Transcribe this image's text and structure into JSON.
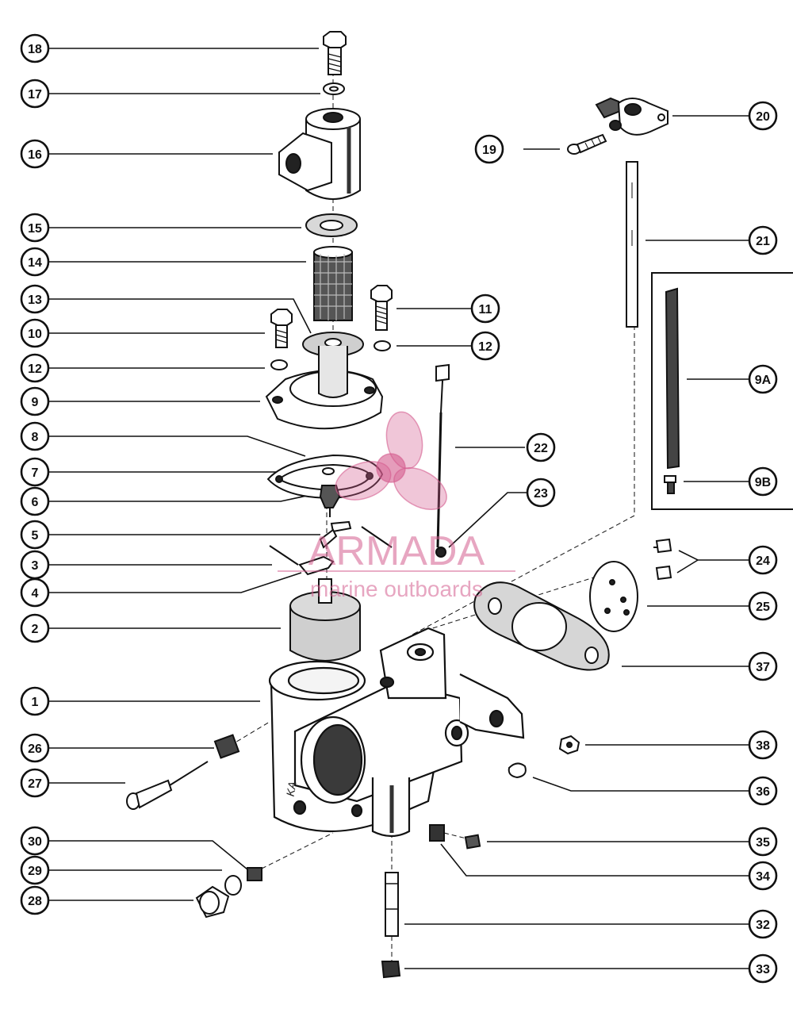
{
  "watermark": {
    "brand": "ARMADA",
    "tagline": "marine outboards",
    "accent_color": "#d35c8e",
    "icon": "propeller-icon"
  },
  "callouts": [
    {
      "id": "18",
      "label": "18"
    },
    {
      "id": "17",
      "label": "17"
    },
    {
      "id": "16",
      "label": "16"
    },
    {
      "id": "15",
      "label": "15"
    },
    {
      "id": "14",
      "label": "14"
    },
    {
      "id": "13",
      "label": "13"
    },
    {
      "id": "10",
      "label": "10"
    },
    {
      "id": "12a",
      "label": "12"
    },
    {
      "id": "9",
      "label": "9"
    },
    {
      "id": "8",
      "label": "8"
    },
    {
      "id": "7",
      "label": "7"
    },
    {
      "id": "6",
      "label": "6"
    },
    {
      "id": "5",
      "label": "5"
    },
    {
      "id": "3",
      "label": "3"
    },
    {
      "id": "4",
      "label": "4"
    },
    {
      "id": "2",
      "label": "2"
    },
    {
      "id": "1",
      "label": "1"
    },
    {
      "id": "26",
      "label": "26"
    },
    {
      "id": "27",
      "label": "27"
    },
    {
      "id": "30",
      "label": "30"
    },
    {
      "id": "29",
      "label": "29"
    },
    {
      "id": "28",
      "label": "28"
    },
    {
      "id": "20",
      "label": "20"
    },
    {
      "id": "19",
      "label": "19"
    },
    {
      "id": "21",
      "label": "21"
    },
    {
      "id": "11",
      "label": "11"
    },
    {
      "id": "12b",
      "label": "12"
    },
    {
      "id": "9A",
      "label": "9A"
    },
    {
      "id": "9B",
      "label": "9B"
    },
    {
      "id": "22",
      "label": "22"
    },
    {
      "id": "23",
      "label": "23"
    },
    {
      "id": "24",
      "label": "24"
    },
    {
      "id": "25",
      "label": "25"
    },
    {
      "id": "37",
      "label": "37"
    },
    {
      "id": "38",
      "label": "38"
    },
    {
      "id": "36",
      "label": "36"
    },
    {
      "id": "35",
      "label": "35"
    },
    {
      "id": "34",
      "label": "34"
    },
    {
      "id": "32",
      "label": "32"
    },
    {
      "id": "33",
      "label": "33"
    }
  ],
  "body_mark": "KA"
}
